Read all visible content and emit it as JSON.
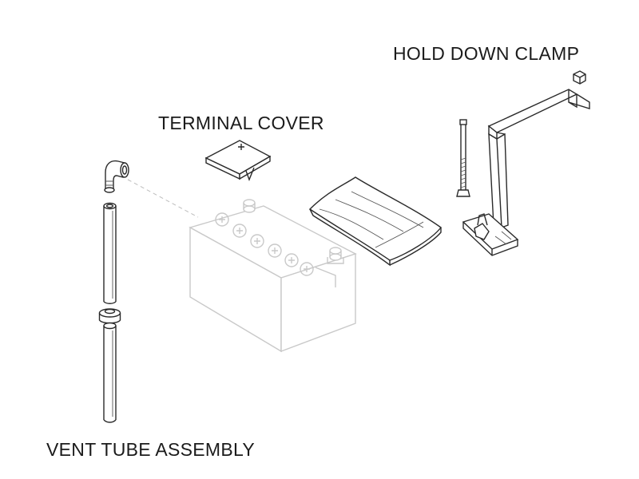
{
  "labels": {
    "hold_down_clamp": "HOLD DOWN CLAMP",
    "terminal_cover": "TERMINAL COVER",
    "vent_tube_assembly": "VENT TUBE ASSEMBLY"
  },
  "icons": {
    "battery": "battery-icon",
    "terminal_cover": "terminal-cover-icon",
    "insulation_pad": "insulation-pad-icon",
    "hold_down_clamp": "hold-down-clamp-icon",
    "vent_tube": "vent-tube-icon"
  },
  "colors": {
    "text": "#1b1b1b",
    "line": "#2a2a2a",
    "ghost": "#c9c9c9"
  }
}
